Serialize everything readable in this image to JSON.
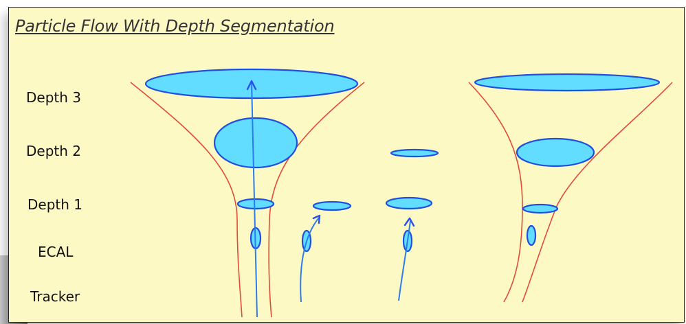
{
  "title": "Particle Flow With Depth Segmentation",
  "rows": [
    {
      "label": "Depth 3"
    },
    {
      "label": "Depth 2"
    },
    {
      "label": "Depth 1"
    },
    {
      "label": "ECAL"
    },
    {
      "label": "Tracker"
    }
  ],
  "colors": {
    "background": "#fdf9c4",
    "funnel": "#e24a3a",
    "cluster_fill": "#62dcff",
    "cluster_stroke": "#1f4fe0",
    "track": "#2b7bf0"
  }
}
